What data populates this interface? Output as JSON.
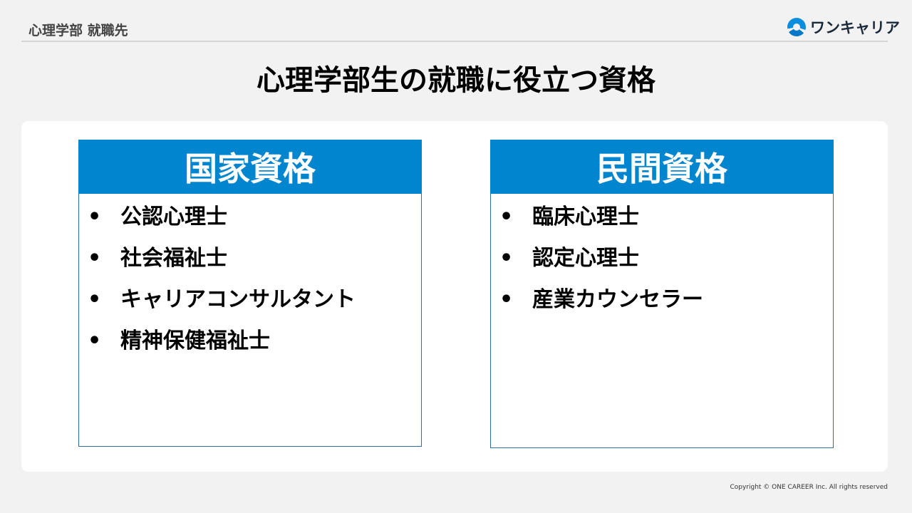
{
  "header": {
    "section": "心理学部 就職先",
    "logo_text": "ワンキャリア"
  },
  "title": "心理学部生の就職に役立つ資格",
  "national": {
    "heading": "国家資格",
    "items": [
      "公認心理士",
      "社会福祉士",
      "キャリアコンサルタント",
      "精神保健福祉士"
    ]
  },
  "private": {
    "heading": "民間資格",
    "items": [
      "臨床心理士",
      "認定心理士",
      "産業カウンセラー"
    ]
  },
  "footer": {
    "copyright": "Copyright © ONE CAREER Inc. All rights reserved"
  },
  "colors": {
    "accent": "#0285cf"
  }
}
